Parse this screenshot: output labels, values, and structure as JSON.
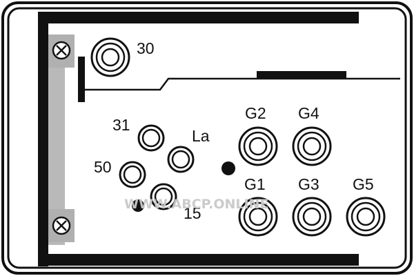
{
  "colors": {
    "ink": "#111111",
    "paper": "#ffffff",
    "rail": "#b9b9b9",
    "screw": "#b0b0b0",
    "watermark": "#c9c9c9"
  },
  "terminals": [
    {
      "id": "30",
      "label": "30"
    },
    {
      "id": "31",
      "label": "31"
    },
    {
      "id": "La",
      "label": "La"
    },
    {
      "id": "50",
      "label": "50"
    },
    {
      "id": "15",
      "label": "15"
    },
    {
      "id": "G1",
      "label": "G1"
    },
    {
      "id": "G2",
      "label": "G2"
    },
    {
      "id": "G3",
      "label": "G3"
    },
    {
      "id": "G4",
      "label": "G4"
    },
    {
      "id": "G5",
      "label": "G5"
    }
  ],
  "screws": [
    "screw-top-icon",
    "screw-bottom-icon"
  ],
  "watermark": {
    "text": "WWW.ABCP.ONLINE"
  }
}
